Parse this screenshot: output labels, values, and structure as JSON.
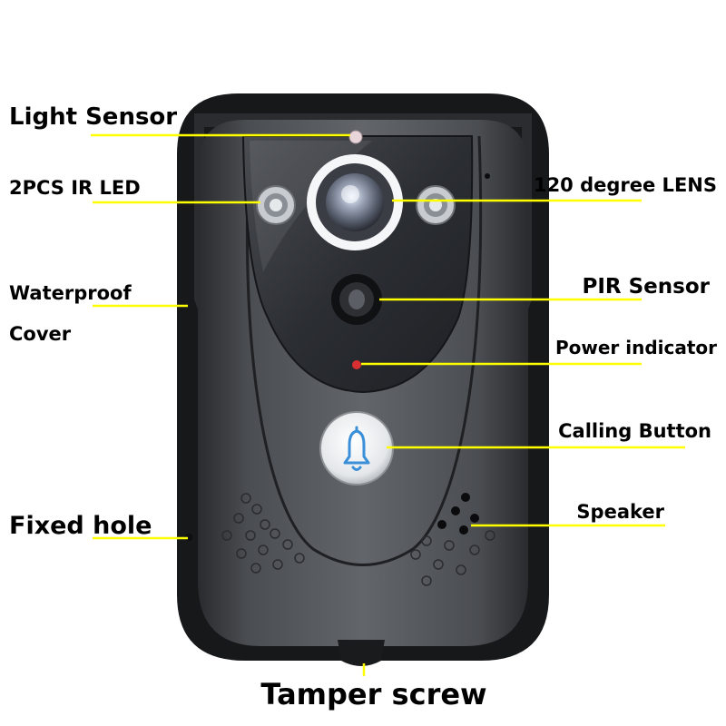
{
  "labels": {
    "light_sensor": "Light Sensor",
    "ir_led": "2PCS IR LED",
    "lens": "120 degree LENS",
    "waterproof_line1": "Waterproof",
    "waterproof_line2": "Cover",
    "pir_sensor": "PIR Sensor",
    "power_indicator": "Power indicator",
    "calling_button": "Calling Button",
    "fixed_hole": "Fixed hole",
    "speaker": "Speaker",
    "tamper_screw": "Tamper screw"
  },
  "colors": {
    "leader_line": "#ffff00",
    "body": "#55585c",
    "body_edge": "#1c1c1e",
    "camera_panel": "#2c2f33",
    "bell_icon": "#3a8fd8",
    "power_led": "#d83030"
  },
  "icons": [
    "bell-icon",
    "camera-lens-icon",
    "ir-led-icon",
    "pir-sensor-icon"
  ]
}
